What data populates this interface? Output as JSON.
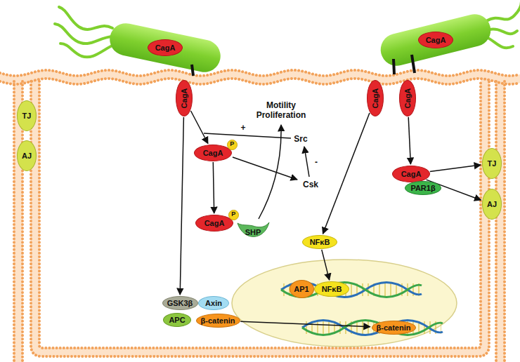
{
  "diagram": {
    "nodes": [
      {
        "text": [
          "TJ"
        ]
      },
      {
        "text": [
          "AJ"
        ]
      },
      {
        "text": [
          "CagA"
        ]
      },
      {
        "text": [
          "CagA"
        ]
      },
      {
        "text": [
          "CagA"
        ]
      },
      {
        "text": [
          "CagA"
        ]
      },
      {
        "text": [
          "CagA"
        ]
      },
      {
        "text": [
          "CagA"
        ]
      },
      {
        "text": [
          "P"
        ],
        "in": 7
      },
      {
        "text": [
          "TJ"
        ]
      },
      {
        "text": [
          "CagA"
        ]
      },
      {
        "text": [
          "PAR1β"
        ]
      },
      {
        "text": [
          "AJ"
        ]
      },
      {
        "text": [
          "CagA"
        ]
      },
      {
        "text": [
          "P"
        ],
        "in": 13
      },
      {
        "text": [
          "SHP"
        ]
      },
      {
        "text": [
          "NFκB"
        ]
      },
      {
        "text": [
          "AP1"
        ]
      },
      {
        "text": [
          "NFκB"
        ]
      },
      {
        "text": [
          "GSK3β"
        ]
      },
      {
        "text": [
          "Axin"
        ]
      },
      {
        "text": [
          "APC"
        ]
      },
      {
        "text": [
          "β-catenin"
        ]
      },
      {
        "text": [
          "β-catenin"
        ]
      }
    ],
    "edges": [
      {
        "from": 4,
        "to": 7,
        "arrow": "to"
      },
      {
        "from": 4,
        "to": 19,
        "arrow": "to"
      },
      {
        "from": 7,
        "to": 13,
        "arrow": "to"
      },
      {
        "from": 5,
        "to": 16,
        "arrow": "to"
      },
      {
        "from": 16,
        "to": 18,
        "arrow": "to"
      },
      {
        "from": 6,
        "to": 10,
        "arrow": "to"
      },
      {
        "from": 10,
        "to": 9,
        "arrow": "to"
      },
      {
        "from": 10,
        "to": 12,
        "arrow": "to"
      },
      {
        "from": 22,
        "to": 23,
        "arrow": "to"
      }
    ],
    "labels": [
      "+",
      "Src",
      "-",
      "Csk",
      "Motility Proliferation"
    ]
  }
}
